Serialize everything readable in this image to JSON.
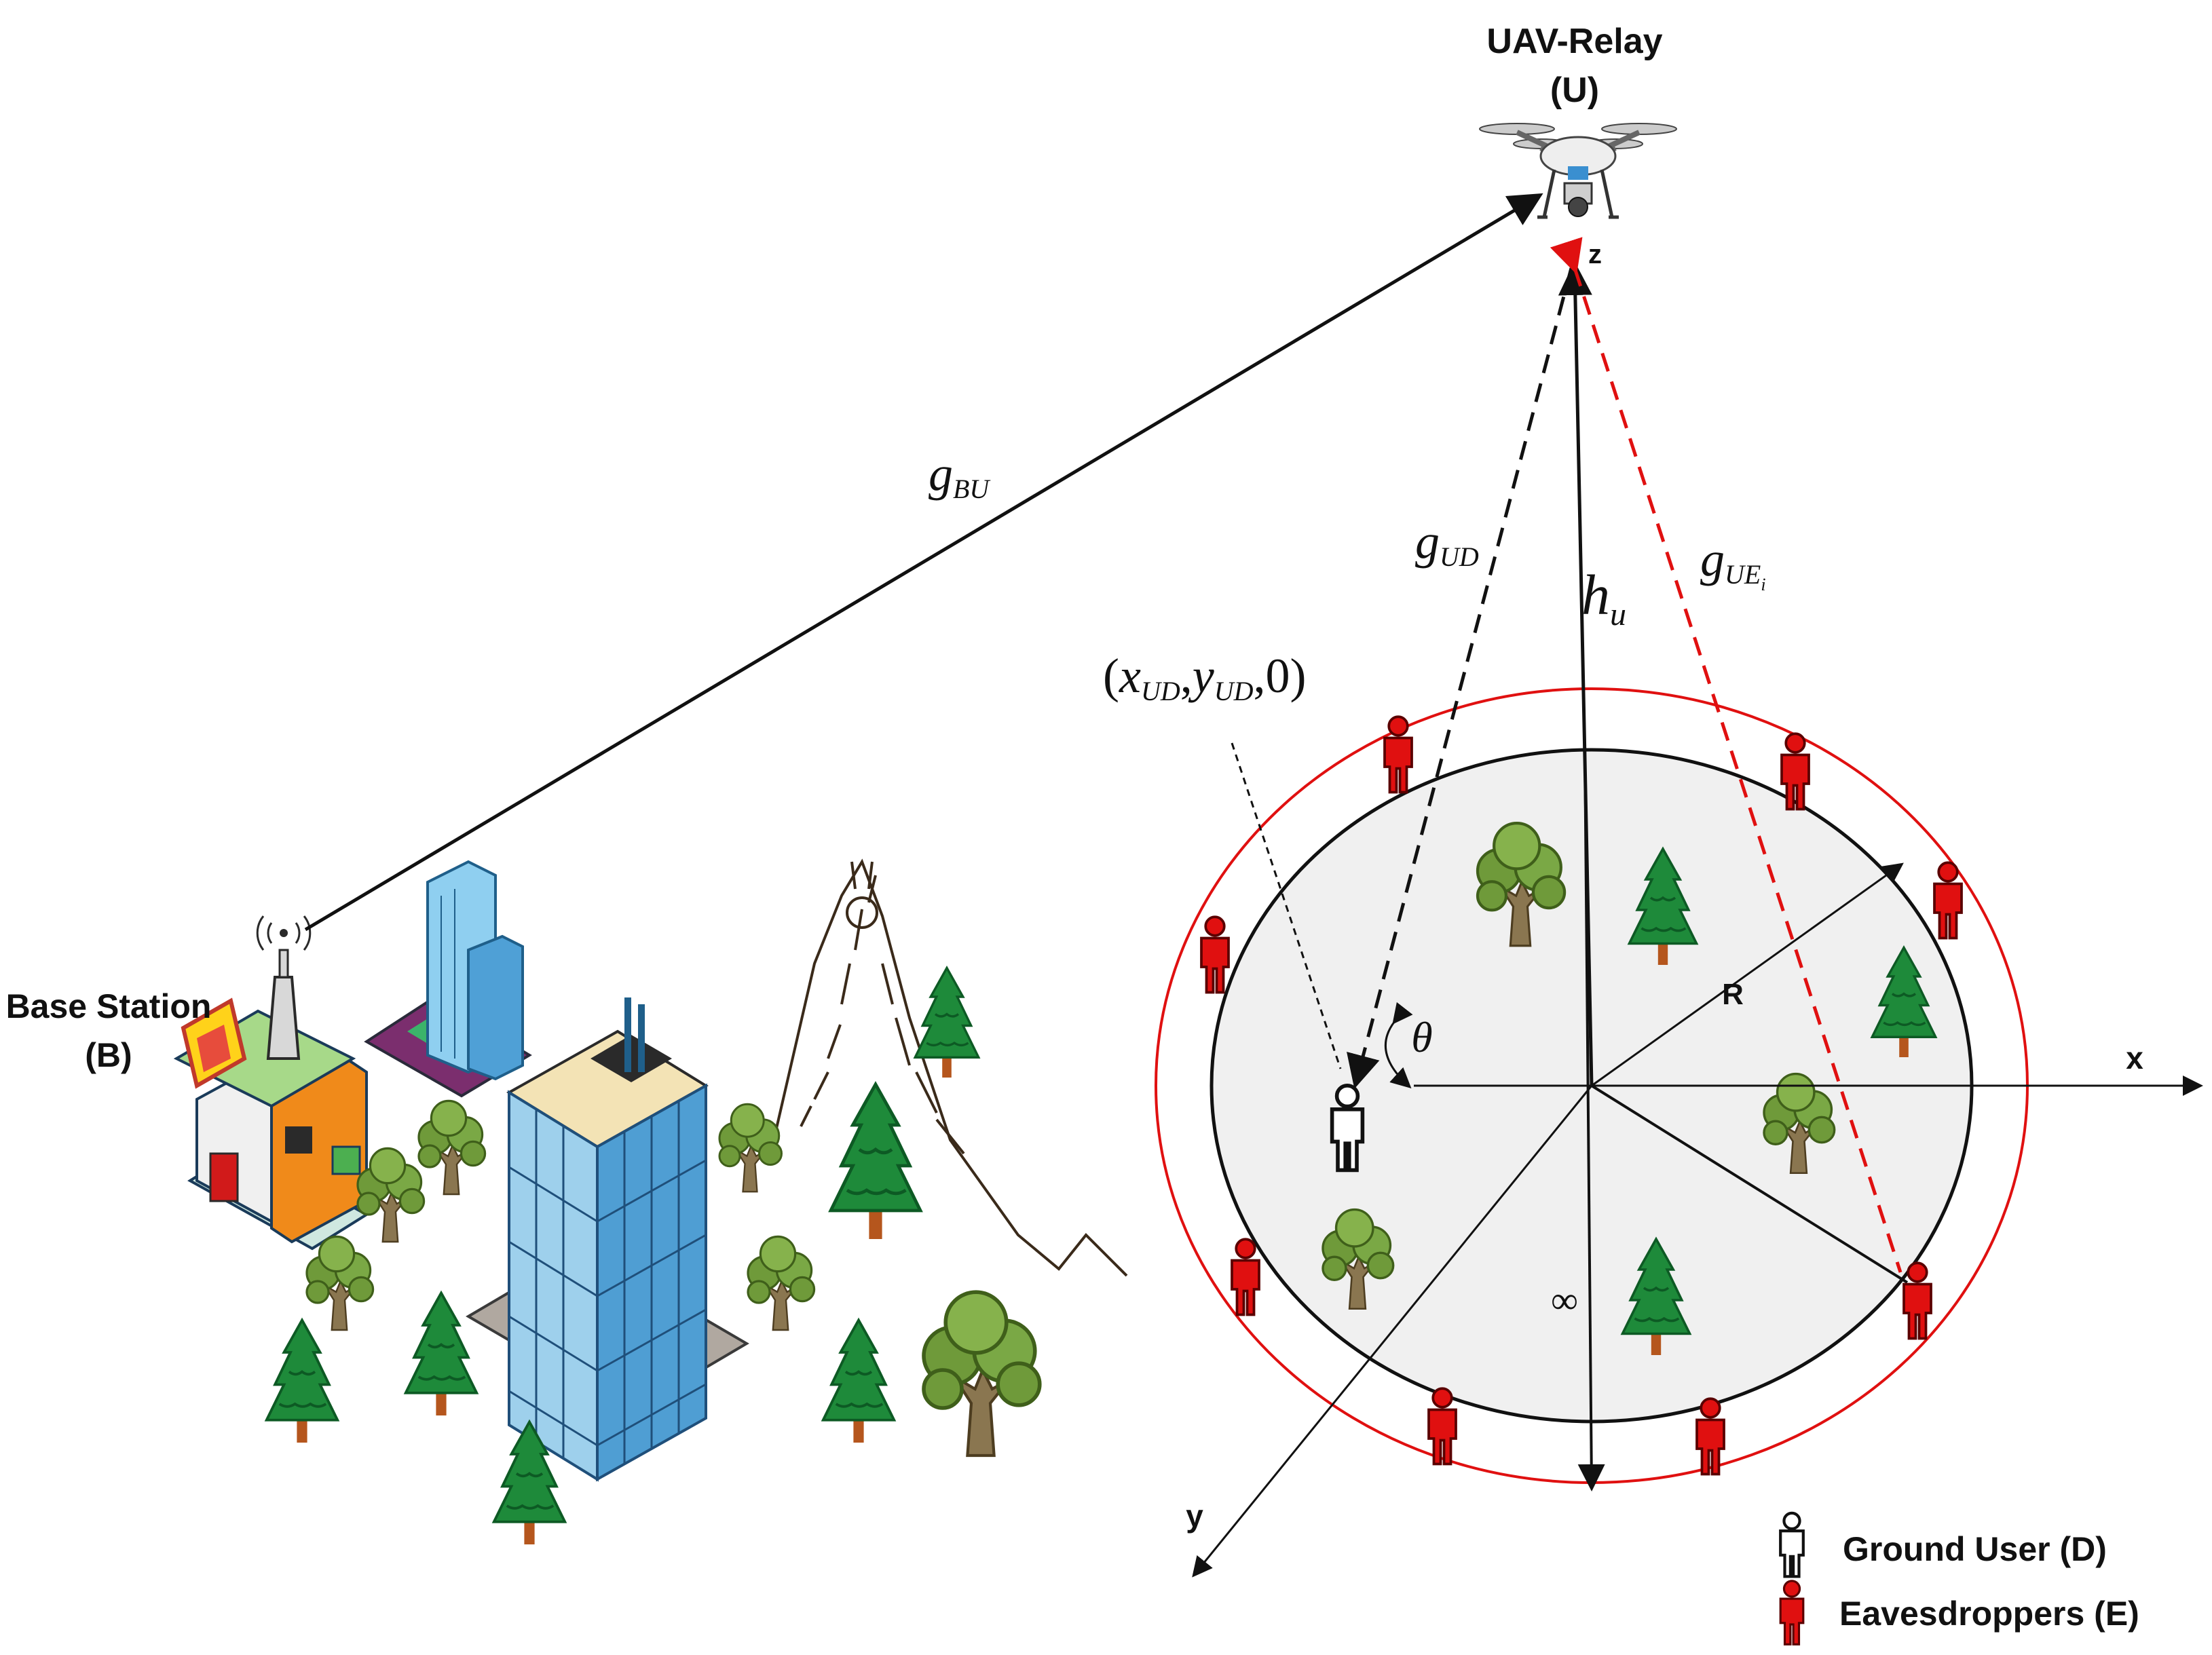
{
  "labels": {
    "uav_title": "UAV-Relay",
    "uav_symbol": "(U)",
    "base_station_title": "Base Station",
    "base_station_symbol": "(B)",
    "axis_x": "x",
    "axis_y": "y",
    "axis_z": "z",
    "radius": "R",
    "infinity": "∞",
    "angle": "θ"
  },
  "math": {
    "g": "g",
    "BU": "BU",
    "UD": "UD",
    "UE": "UE",
    "UE_i": "i",
    "h": "h",
    "u": "u",
    "coord_open": "(",
    "x": "x",
    "y": "y",
    "comma": ",",
    "coord_close": ",0)"
  },
  "legend": {
    "ground_user": "Ground User (D)",
    "eavesdroppers": "Eavesdroppers (E)"
  },
  "colors": {
    "eavesdropper": "#e01010",
    "outer_ring": "#e01010",
    "disk_fill": "#f0f0f0",
    "tree_green": "#1e8a3a",
    "tree_dark": "#0d5a24",
    "building_blue": "#5aa9d6",
    "trunk": "#b5561d"
  }
}
